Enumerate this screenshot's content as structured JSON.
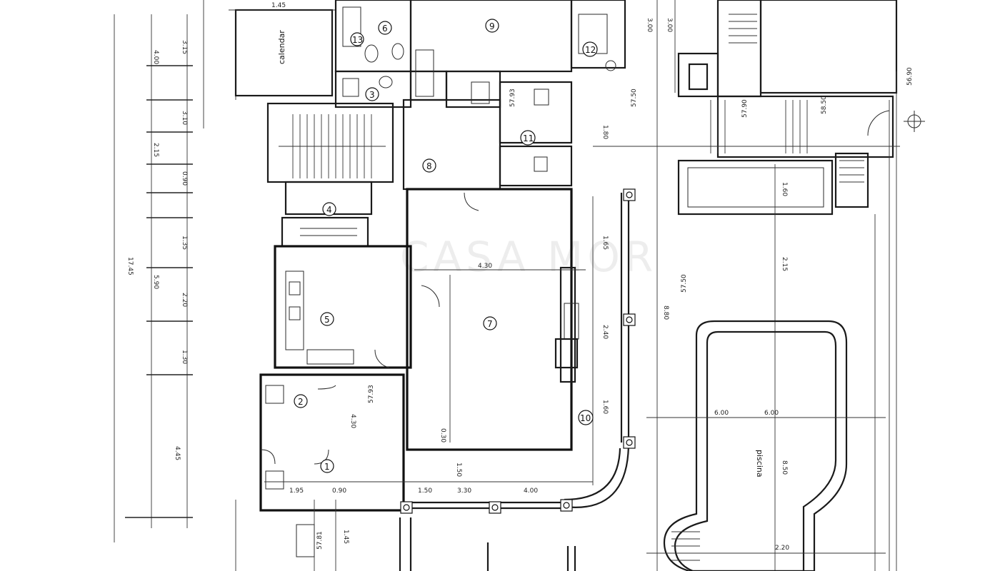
{
  "rooms": [
    {
      "id": "room-1",
      "number": "1"
    },
    {
      "id": "room-2",
      "number": "2"
    },
    {
      "id": "room-3",
      "number": "3"
    },
    {
      "id": "room-4",
      "number": "4"
    },
    {
      "id": "room-5",
      "number": "5"
    },
    {
      "id": "room-6",
      "number": "6"
    },
    {
      "id": "room-7",
      "number": "7"
    },
    {
      "id": "room-8",
      "number": "8"
    },
    {
      "id": "room-9",
      "number": "9"
    },
    {
      "id": "room-10",
      "number": "10"
    },
    {
      "id": "room-11",
      "number": "11"
    },
    {
      "id": "room-12",
      "number": "12"
    },
    {
      "id": "room-13",
      "number": "13"
    }
  ],
  "labels": {
    "calendar": "calendar",
    "piscina": "piscina"
  },
  "levels": [
    "57.50",
    "57.50",
    "57.93",
    "57.93",
    "57.81",
    "56.90",
    "58.50",
    "57.90"
  ],
  "dimensions_left": [
    "4.00",
    "3.15",
    "3.10",
    "2.15",
    "0.90",
    "1.35",
    "2.20",
    "1.30",
    "4.45",
    "17.45",
    "5.90"
  ],
  "dimensions_right": [
    "3.00",
    "3.00",
    "1.80",
    "1.60",
    "2.15",
    "8.80",
    "8.50"
  ],
  "dimensions_misc": [
    "6.00",
    "4.30",
    "2.40",
    "1.65",
    "1.50",
    "1.60",
    "0.30",
    "3.30",
    "1.50",
    "4.00",
    "6.00",
    "2.20",
    "4.30",
    "1.95",
    "1.45",
    "0.90"
  ],
  "watermark": "CASA MOR"
}
